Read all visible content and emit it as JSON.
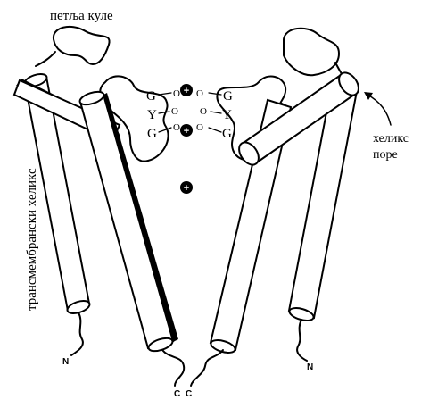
{
  "labels": {
    "turret_loop": "петља куле",
    "pore_helix": "хеликс\nпоре",
    "transmembrane_helix": "трансмембрански хеликс",
    "n_left": "N",
    "n_right": "N",
    "c_left": "C",
    "c_right": "C",
    "filter_left": [
      "G",
      "Y",
      "G"
    ],
    "filter_right": [
      "G",
      "Y",
      "G"
    ],
    "o": "O"
  },
  "ions": [
    "+",
    "+",
    "+"
  ],
  "colors": {
    "ink": "#000000",
    "paper": "#ffffff"
  }
}
